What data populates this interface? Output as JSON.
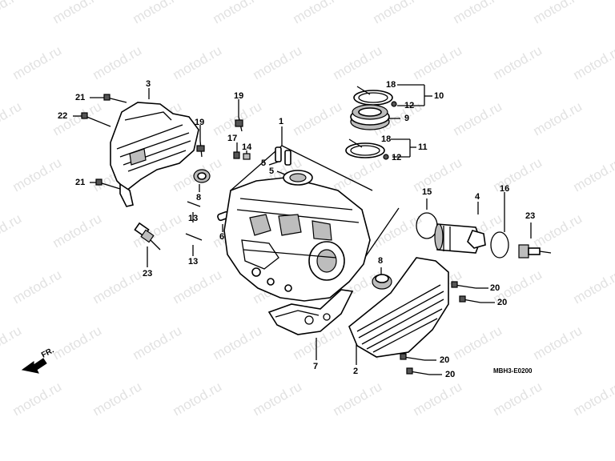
{
  "watermark_text": "motod.ru",
  "diagram_code": "MBH3-E0200",
  "direction_label": "FR.",
  "callouts": [
    {
      "n": "1"
    },
    {
      "n": "2"
    },
    {
      "n": "3"
    },
    {
      "n": "4"
    },
    {
      "n": "5"
    },
    {
      "n": "5"
    },
    {
      "n": "6"
    },
    {
      "n": "7"
    },
    {
      "n": "8"
    },
    {
      "n": "8"
    },
    {
      "n": "9"
    },
    {
      "n": "10"
    },
    {
      "n": "11"
    },
    {
      "n": "12"
    },
    {
      "n": "12"
    },
    {
      "n": "13"
    },
    {
      "n": "13"
    },
    {
      "n": "14"
    },
    {
      "n": "15"
    },
    {
      "n": "16"
    },
    {
      "n": "17"
    },
    {
      "n": "18"
    },
    {
      "n": "18"
    },
    {
      "n": "19"
    },
    {
      "n": "19"
    },
    {
      "n": "20"
    },
    {
      "n": "20"
    },
    {
      "n": "20"
    },
    {
      "n": "20"
    },
    {
      "n": "21"
    },
    {
      "n": "21"
    },
    {
      "n": "22"
    },
    {
      "n": "23"
    },
    {
      "n": "23"
    }
  ]
}
